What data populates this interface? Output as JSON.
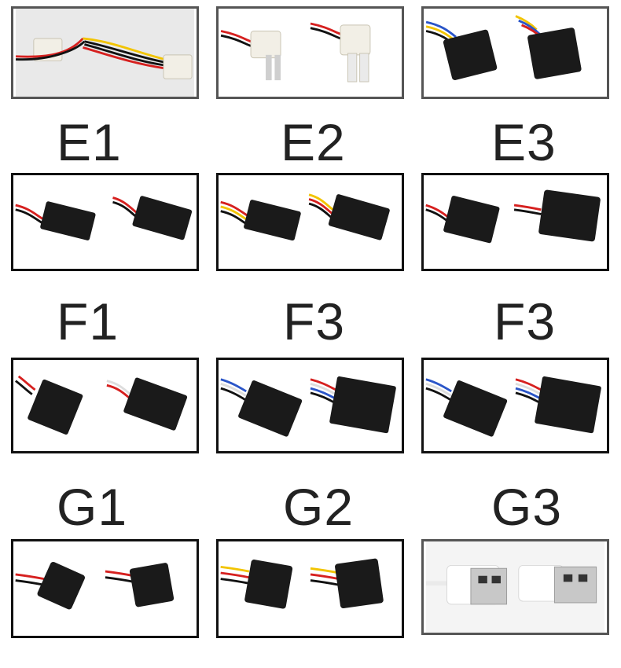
{
  "labels": {
    "row1": [
      "E1",
      "E2",
      "E3"
    ],
    "row2": [
      "F1",
      "F3",
      "F3"
    ],
    "row3": [
      "G1",
      "G2",
      "G3"
    ]
  },
  "colors": {
    "wire_red": "#d6201f",
    "wire_yellow": "#f2c400",
    "wire_black": "#111111",
    "wire_blue": "#2a55c8",
    "connector_black": "#1a1a1a",
    "connector_white": "#f2efe6"
  }
}
